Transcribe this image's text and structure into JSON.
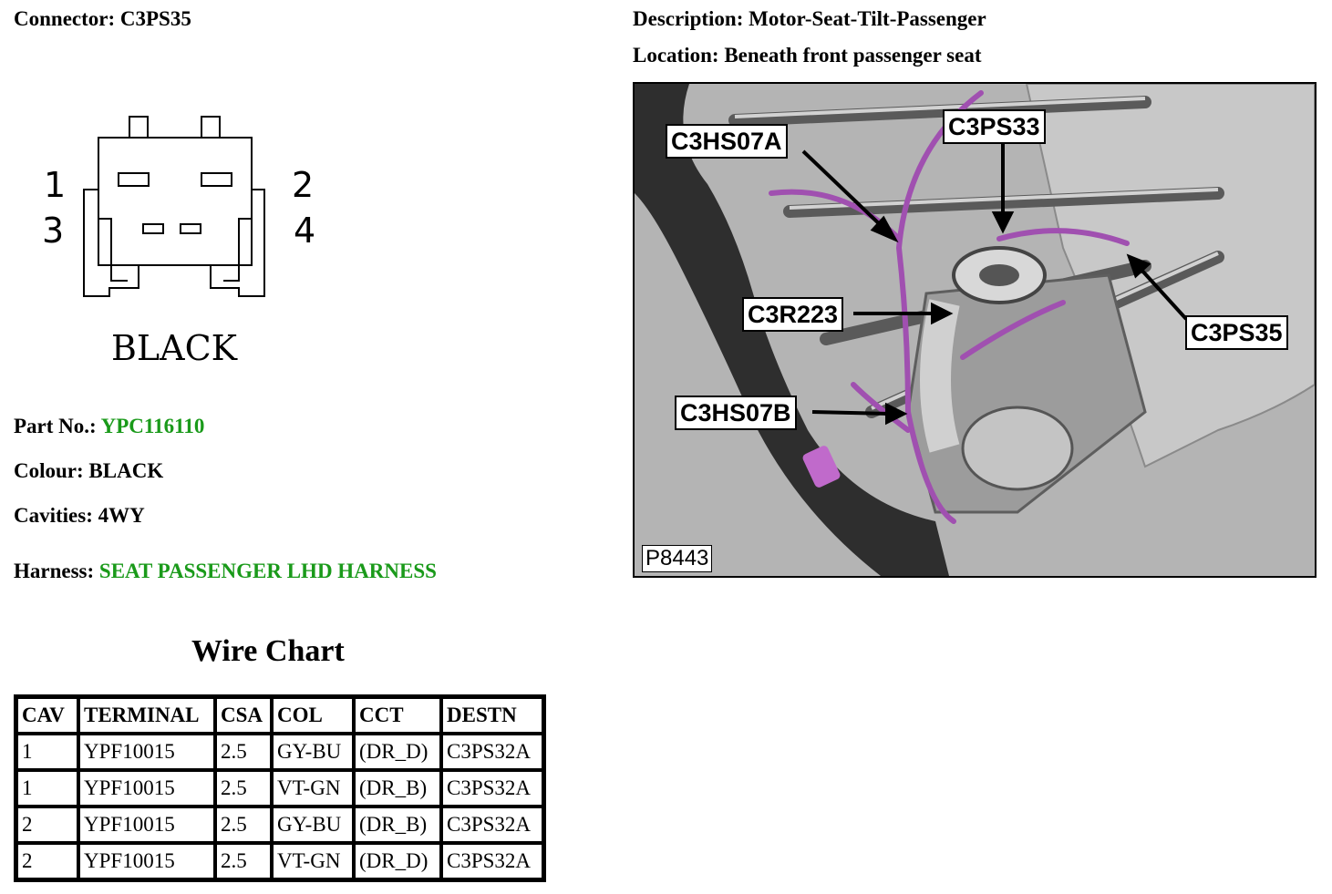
{
  "header": {
    "connector_label": "Connector:",
    "connector_value": "C3PS35",
    "description_label": "Description:",
    "description_value": "Motor-Seat-Tilt-Passenger",
    "location_label": "Location:",
    "location_value": "Beneath front passenger seat"
  },
  "connector_drawing": {
    "pins": [
      "1",
      "2",
      "3",
      "4"
    ],
    "color_label": "BLACK"
  },
  "details": {
    "part_no_label": "Part No.:",
    "part_no_value": "YPC116110",
    "colour_label": "Colour:",
    "colour_value": "BLACK",
    "cavities_label": "Cavities:",
    "cavities_value": "4WY",
    "harness_label": "Harness:",
    "harness_value": "SEAT PASSENGER LHD HARNESS",
    "link_color": "#1a9a1a"
  },
  "wire_chart": {
    "title": "Wire Chart",
    "columns": [
      "CAV",
      "TERMINAL",
      "CSA",
      "COL",
      "CCT",
      "DESTN"
    ],
    "rows": [
      [
        "1",
        "YPF10015",
        "2.5",
        "GY-BU",
        "(DR_D)",
        "C3PS32A"
      ],
      [
        "1",
        "YPF10015",
        "2.5",
        "VT-GN",
        "(DR_B)",
        "C3PS32A"
      ],
      [
        "2",
        "YPF10015",
        "2.5",
        "GY-BU",
        "(DR_B)",
        "C3PS32A"
      ],
      [
        "2",
        "YPF10015",
        "2.5",
        "VT-GN",
        "(DR_D)",
        "C3PS32A"
      ]
    ]
  },
  "figure": {
    "callouts": [
      "C3HS07A",
      "C3PS33",
      "C3R223",
      "C3PS35",
      "C3HS07B"
    ],
    "figure_id": "P8443",
    "harness_color": "#a050b0"
  }
}
